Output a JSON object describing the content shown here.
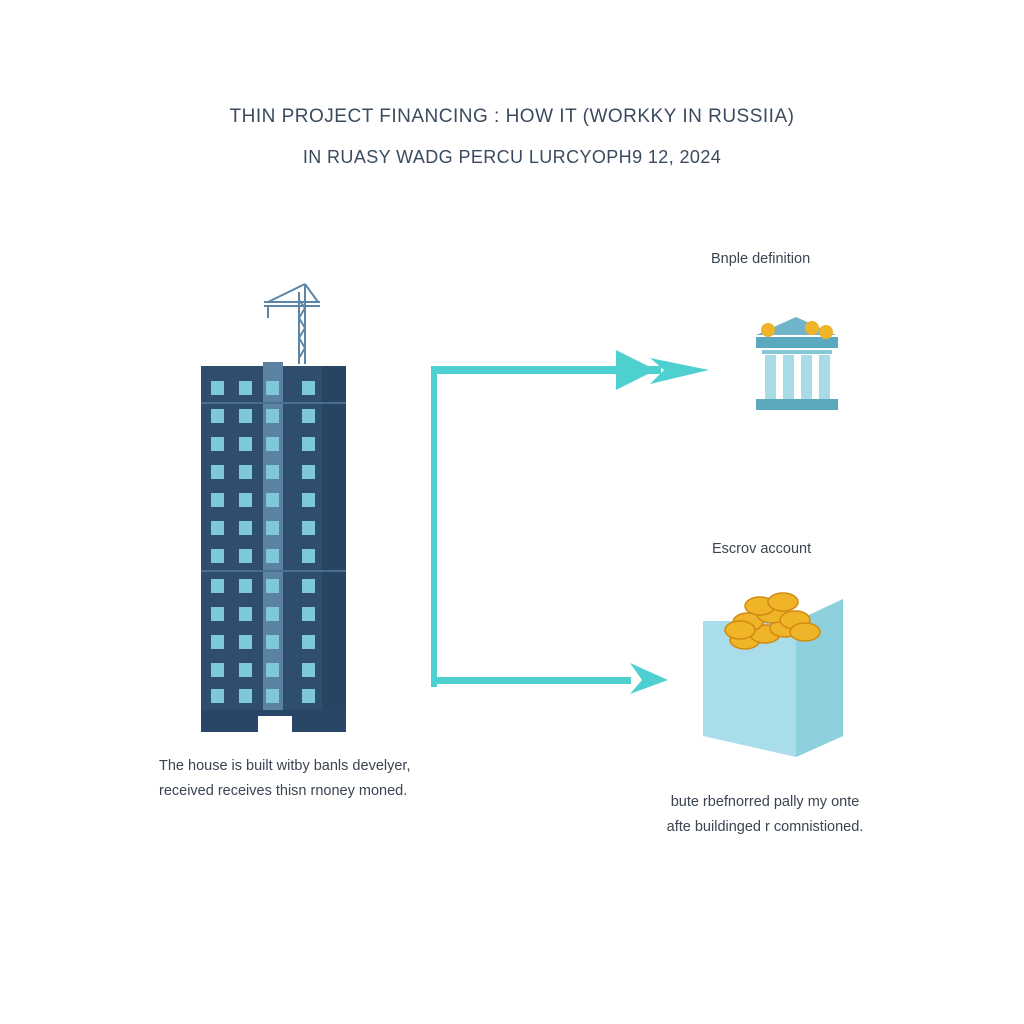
{
  "title": "THIN PROJECT FINANCING : HOW IT (WORKKY IN RUSSIIA)",
  "subtitle": "IN RUASY WADG PERCU LURCYOPH9  12, 2024",
  "bank": {
    "label": "Bnple definition",
    "icon": "bank-icon"
  },
  "escrow": {
    "label": "Escrov account",
    "icon": "coin-box-icon",
    "caption_line1": "bute rbefnorred pally my onte",
    "caption_line2": "afte buildinged r comnistioned."
  },
  "building": {
    "icon": "apartment-building-icon",
    "caption_line1": "The house is built witby banls develyer,",
    "caption_line2": "received receives thisn rnoney moned."
  },
  "colors": {
    "arrow": "#4fd0d0",
    "building": "#2f4e6e",
    "window": "#7fc8dc",
    "box": "#a8dde9",
    "coin": "#f0b429",
    "bank": "#5aa9bf"
  }
}
